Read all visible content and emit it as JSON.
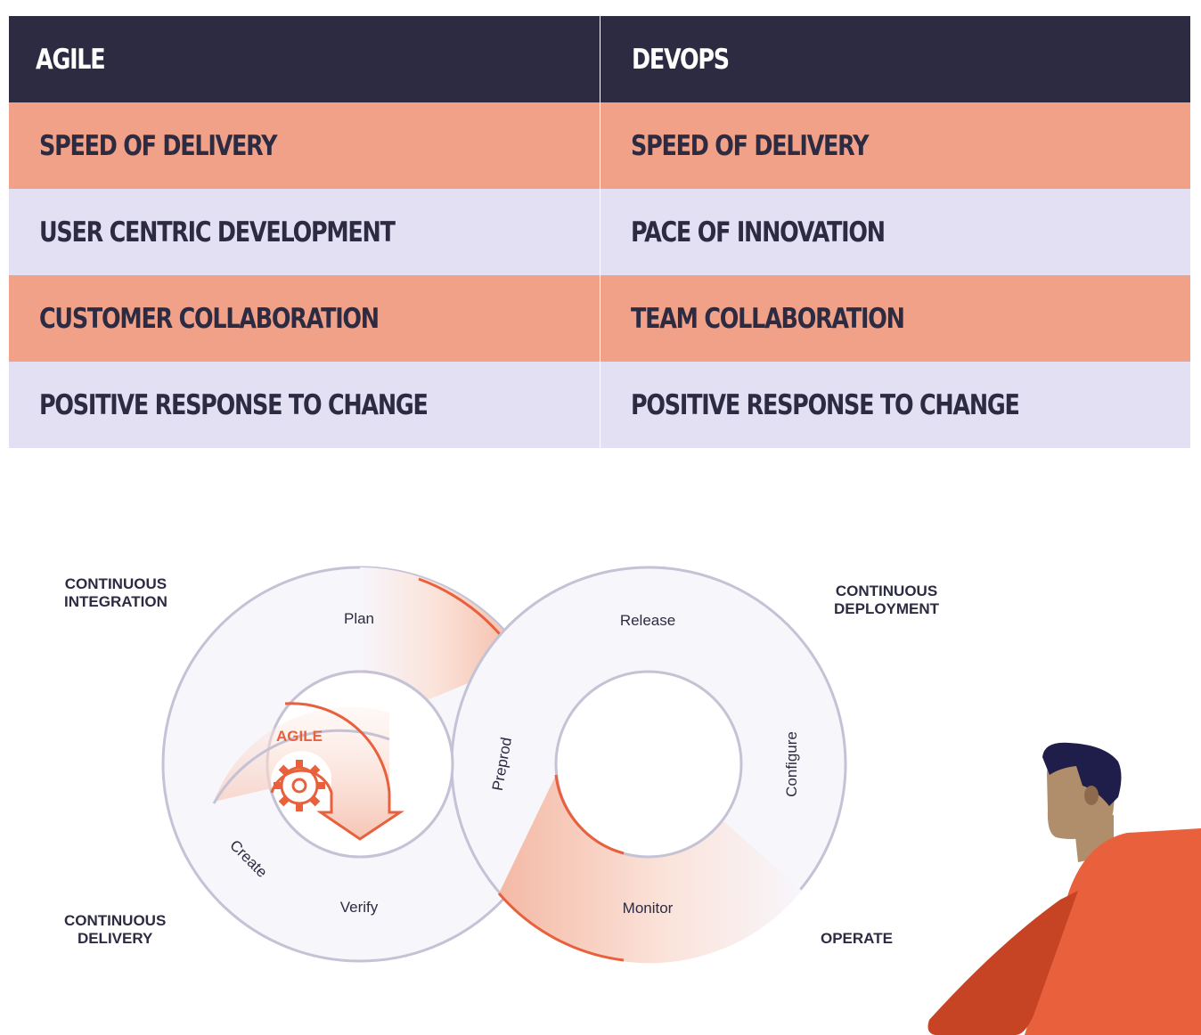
{
  "table": {
    "headers": [
      "AGILE",
      "DEVOPS"
    ],
    "rows": [
      [
        "SPEED OF DELIVERY",
        "SPEED OF DELIVERY"
      ],
      [
        "USER CENTRIC DEVELOPMENT",
        "PACE OF INNOVATION"
      ],
      [
        "CUSTOMER COLLABORATION",
        "TEAM COLLABORATION"
      ],
      [
        "POSITIVE RESPONSE TO CHANGE",
        "POSITIVE RESPONSE TO CHANGE"
      ]
    ]
  },
  "diagram": {
    "corner_labels": {
      "top_left": [
        "CONTINUOUS",
        "INTEGRATION"
      ],
      "bottom_left": [
        "CONTINUOUS",
        "DELIVERY"
      ],
      "top_right": [
        "CONTINUOUS",
        "DEPLOYMENT"
      ],
      "bottom_right": [
        "OPERATE"
      ]
    },
    "loop_labels": {
      "plan": "Plan",
      "create": "Create",
      "verify": "Verify",
      "preprod": "Preprod",
      "release": "Release",
      "configure": "Configure",
      "monitor": "Monitor"
    },
    "agile_label": "AGILE"
  },
  "colors": {
    "dark": "#2c2b42",
    "peach": "#f0a188",
    "lavender": "#e3e0f4",
    "orange": "#e8603c",
    "skin": "#b08e6c",
    "loop_outline": "#c5c2d6"
  },
  "icons": {
    "agile_gear": "gear-icon",
    "agile_arrow": "arrow-down-icon",
    "person": "person-illustration"
  }
}
